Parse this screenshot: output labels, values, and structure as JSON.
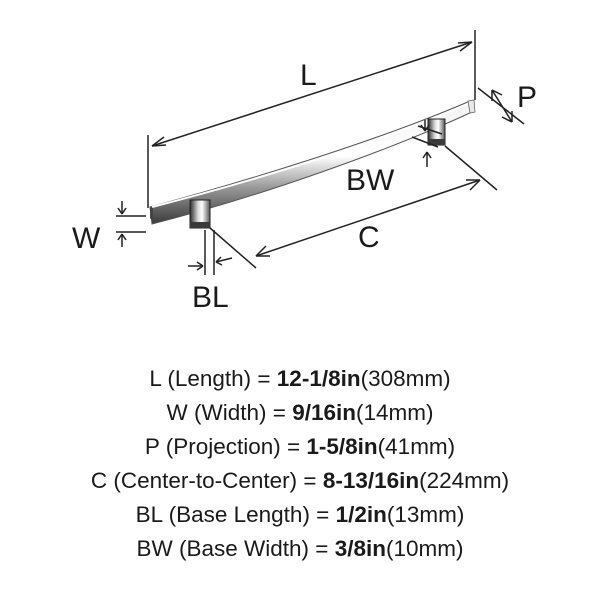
{
  "diagram": {
    "labels": {
      "L": "L",
      "P": "P",
      "BW": "BW",
      "W": "W",
      "C": "C",
      "BL": "BL"
    }
  },
  "specs": [
    {
      "code": "L",
      "name": "(Length) = ",
      "imperial": "12-1/8in",
      "metric": "(308mm)"
    },
    {
      "code": "W",
      "name": "(Width) = ",
      "imperial": "9/16in",
      "metric": "(14mm)"
    },
    {
      "code": "P",
      "name": "(Projection) = ",
      "imperial": "1-5/8in",
      "metric": "(41mm)"
    },
    {
      "code": "C",
      "name": "(Center-to-Center) = ",
      "imperial": "8-13/16in",
      "metric": "(224mm)"
    },
    {
      "code": "BL",
      "name": "(Base Length) = ",
      "imperial": "1/2in",
      "metric": "(13mm)"
    },
    {
      "code": "BW",
      "name": "(Base Width) = ",
      "imperial": "3/8in",
      "metric": "(10mm)"
    }
  ]
}
